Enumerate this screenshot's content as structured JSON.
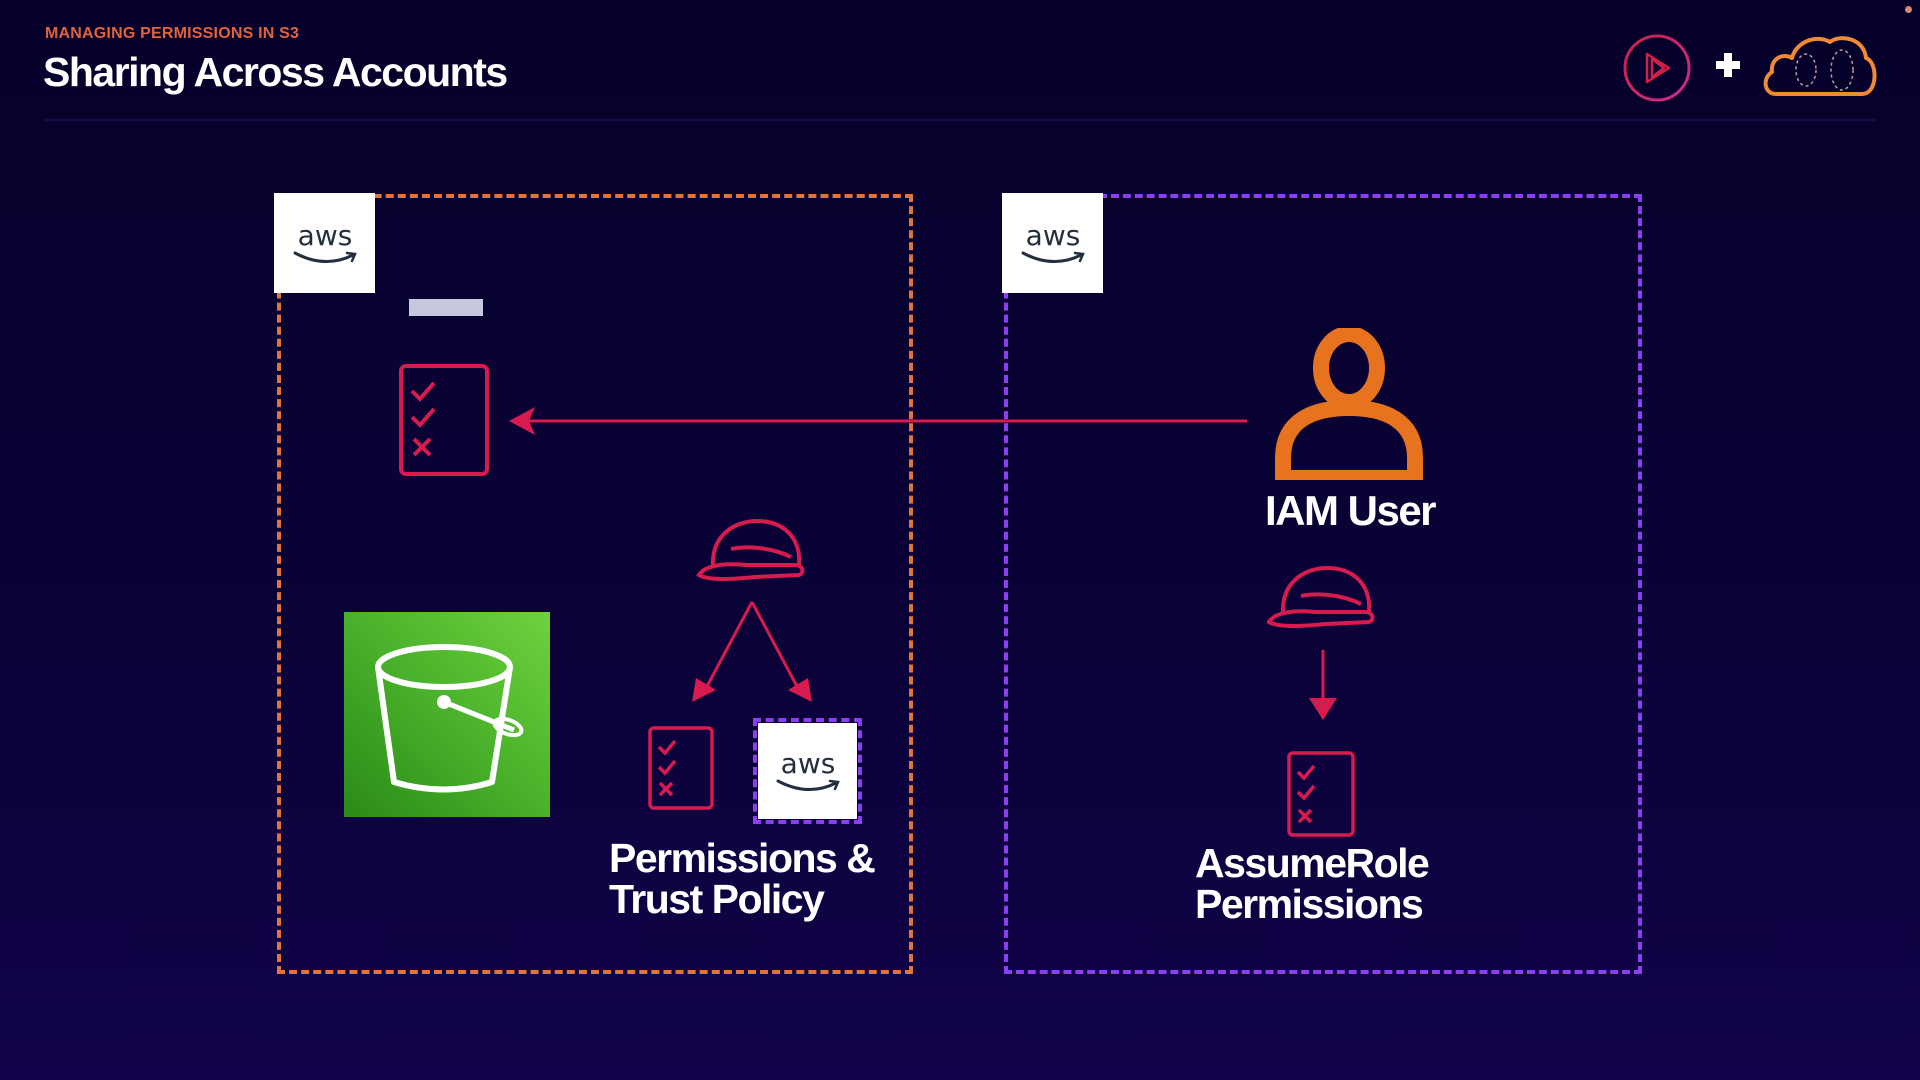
{
  "header": {
    "subtitle": "MANAGING PERMISSIONS IN S3",
    "title": "Sharing Across Accounts",
    "brand": {
      "left_logo": "play-logo-icon",
      "plus": "+",
      "right_logo": "cloud-logo-icon"
    }
  },
  "diagram": {
    "accounts": [
      {
        "name": "account-a",
        "border_color": "#e0743a",
        "logo_text": "aws",
        "items": [
          {
            "type": "policy-checklist-icon"
          },
          {
            "type": "s3-bucket-icon",
            "color": "#4cb52c"
          },
          {
            "type": "iam-role-icon"
          },
          {
            "type": "policy-checklist-icon"
          },
          {
            "type": "aws-logo-icon",
            "logo_text": "aws"
          }
        ],
        "label_line1": "Permissions &",
        "label_line2": "Trust Policy"
      },
      {
        "name": "account-b",
        "border_color": "#8a3ff0",
        "logo_text": "aws",
        "user_label": "IAM User",
        "label_line1": "AssumeRole",
        "label_line2": "Permissions"
      }
    ],
    "colors": {
      "accent_red": "#d81b4f",
      "orange": "#e8731f",
      "purple": "#8a3ff0",
      "bucket_green": "#4cb52c"
    },
    "arrows": [
      {
        "from": "iam-user",
        "to": "account-a-policy"
      },
      {
        "from": "account-a-role",
        "to": "account-a-permissions"
      },
      {
        "from": "account-a-role",
        "to": "account-a-trust"
      },
      {
        "from": "account-b-role",
        "to": "assumerole-permissions"
      }
    ]
  }
}
